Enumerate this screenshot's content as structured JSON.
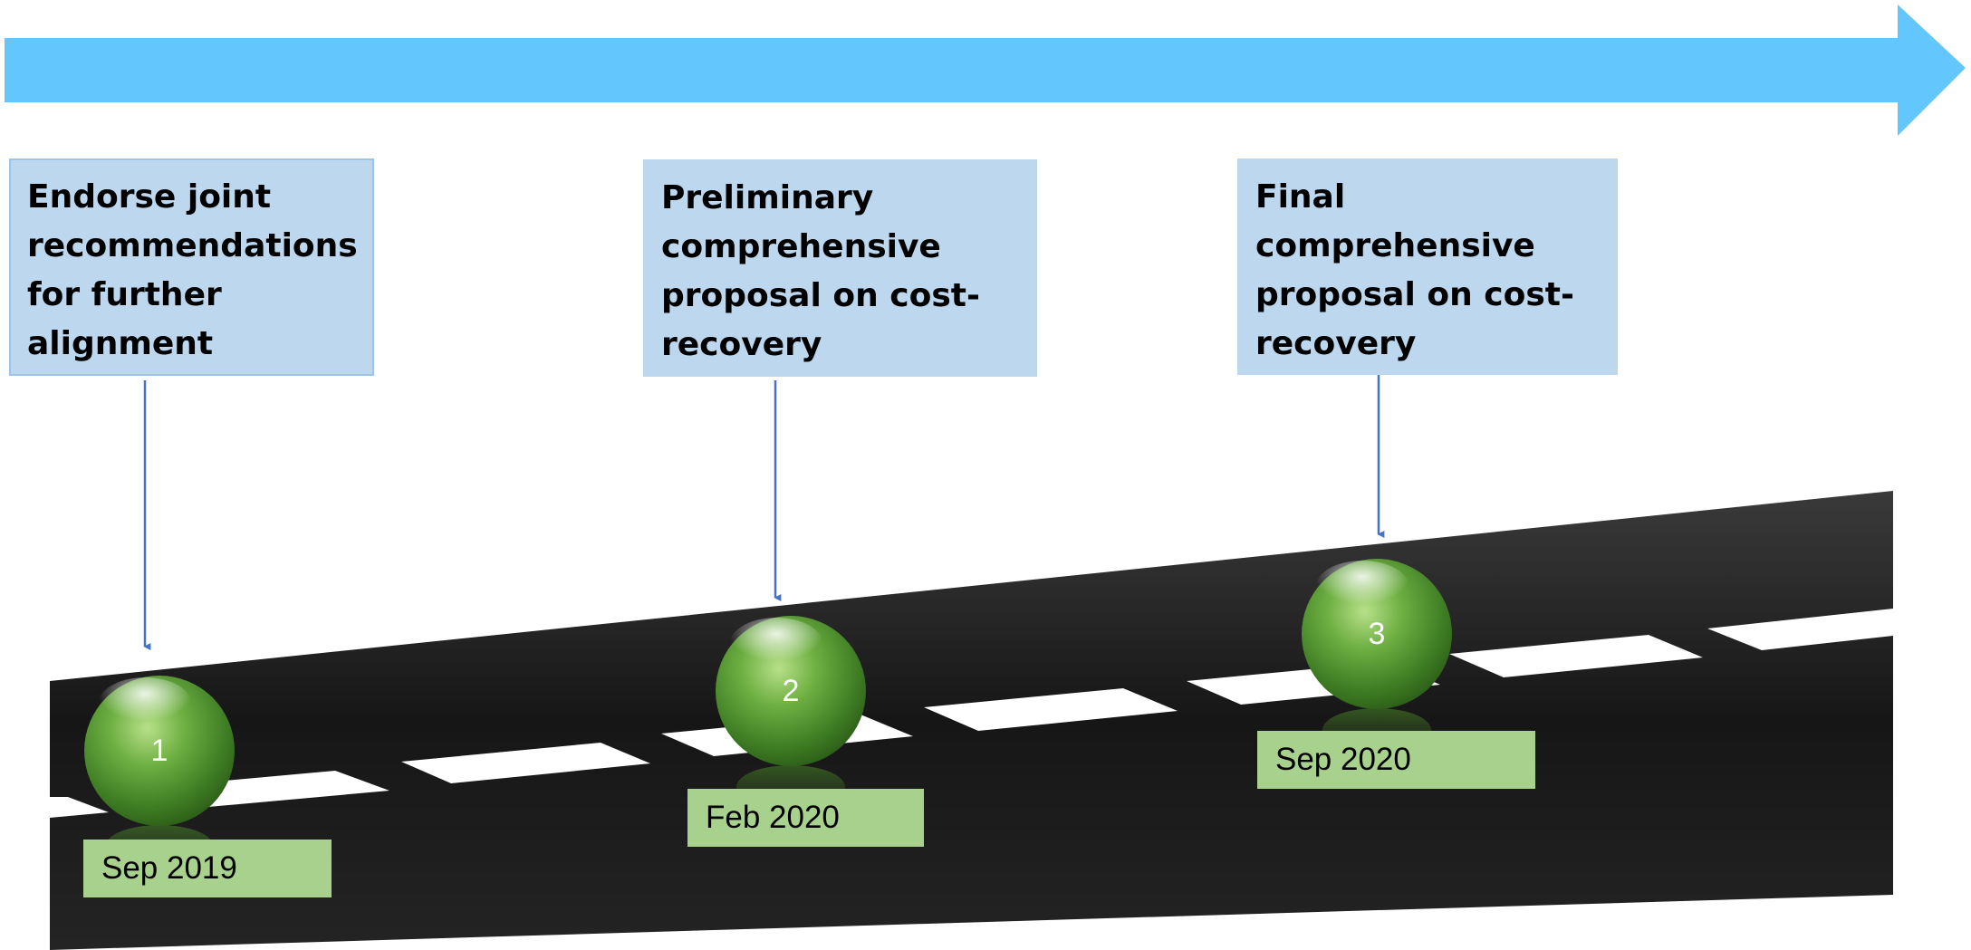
{
  "timeline": {
    "milestones": [
      {
        "number": "1",
        "description": "Endorse joint recommendations for further alignment",
        "date": "Sep 2019"
      },
      {
        "number": "2",
        "description": "Preliminary comprehensive proposal on cost-recovery",
        "date": "Feb 2020"
      },
      {
        "number": "3",
        "description": "Final comprehensive proposal on cost-recovery",
        "date": "Sep 2020"
      }
    ]
  },
  "colors": {
    "arrow": "#63c7fd",
    "road": "#1e1e1e",
    "box_fill": "#bdd7ee",
    "date_fill": "#a9d18e",
    "connector": "#4472c4",
    "ball": "#4c8a2a"
  },
  "icons": {
    "direction": "right-arrow-icon",
    "marker": "green-sphere-icon"
  }
}
